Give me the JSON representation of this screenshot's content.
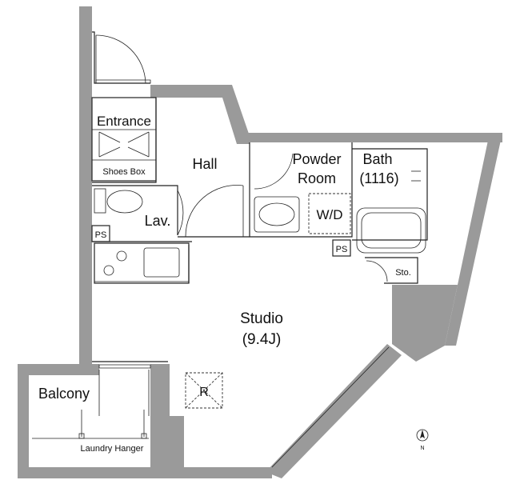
{
  "rooms": {
    "entrance": "Entrance",
    "shoes_box": "Shoes Box",
    "hall": "Hall",
    "powder_room_line1": "Powder",
    "powder_room_line2": "Room",
    "bath_line1": "Bath",
    "bath_line2": "(1116)",
    "lav": "Lav.",
    "wd": "W/D",
    "ps_left": "PS",
    "ps_right": "PS",
    "storage": "Sto.",
    "studio_line1": "Studio",
    "studio_line2": "(9.4J)",
    "balcony": "Balcony",
    "laundry_hanger": "Laundry Hanger",
    "refrigerator": "R"
  },
  "compass": {
    "label": "N"
  },
  "colors": {
    "wall": "#9a9a9a",
    "line": "#222222"
  }
}
